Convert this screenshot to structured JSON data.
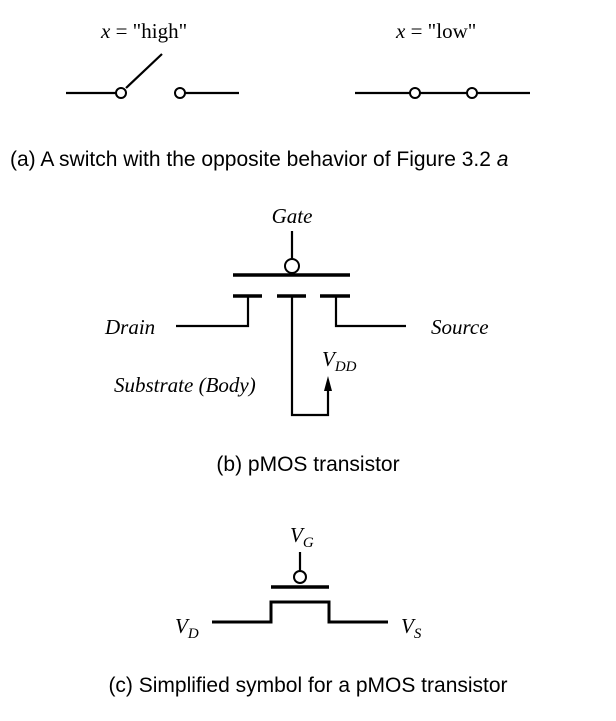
{
  "panel_a": {
    "left_label_var": "x",
    "left_label_rest": " = \"high\"",
    "right_label_var": "x",
    "right_label_rest": " = \"low\"",
    "caption_text": "(a) A switch with the opposite behavior of Figure 3.2",
    "caption_ref": "a"
  },
  "panel_b": {
    "gate_label": "Gate",
    "drain_label": "Drain",
    "source_label": "Source",
    "substrate_label": "Substrate (Body)",
    "vdd_main": "V",
    "vdd_sub": "DD",
    "caption": "(b) pMOS transistor"
  },
  "panel_c": {
    "vg_main": "V",
    "vg_sub": "G",
    "vd_main": "V",
    "vd_sub": "D",
    "vs_main": "V",
    "vs_sub": "S",
    "caption": "(c) Simplified symbol for a pMOS transistor"
  }
}
